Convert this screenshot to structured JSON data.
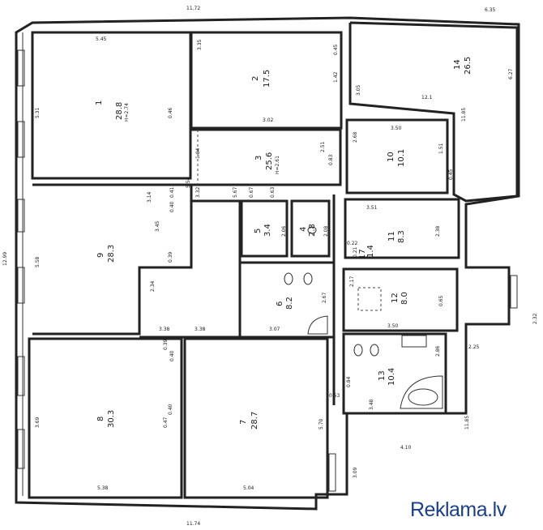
{
  "rooms": [
    {
      "num": "1",
      "area": "28.8",
      "height": "H=2.74"
    },
    {
      "num": "2",
      "area": "17.5"
    },
    {
      "num": "3",
      "area": "25.6",
      "height": "H=2.61"
    },
    {
      "num": "4",
      "area": "2.8"
    },
    {
      "num": "5",
      "area": "3.4"
    },
    {
      "num": "6",
      "area": "8.2"
    },
    {
      "num": "7",
      "area": "28.7"
    },
    {
      "num": "8",
      "area": "30.3"
    },
    {
      "num": "9",
      "area": "28.3"
    },
    {
      "num": "10",
      "area": "10.1"
    },
    {
      "num": "11",
      "area": "8.3"
    },
    {
      "num": "12",
      "area": "8.0"
    },
    {
      "num": "13",
      "area": "10.4"
    },
    {
      "num": "14",
      "area": "26.5"
    },
    {
      "num": "17",
      "area": "1.4"
    }
  ],
  "dimensions": [
    "11.72",
    "6.35",
    "5.45",
    "5.31",
    "0.46",
    "3.35",
    "0.45",
    "1.42",
    "3.05",
    "3.02",
    "12.1",
    "11.85",
    "6.27",
    "2.68",
    "3.50",
    "1.51",
    "0.45",
    "1.84",
    "2.51",
    "0.83",
    "5.54",
    "3.32",
    "3.14",
    "0.41",
    "0.40",
    "5.67",
    "0.67",
    "0.63",
    "3.45",
    "5.58",
    "0.39",
    "3.51",
    "2.06",
    "2.08",
    "2.38",
    "0.22",
    "0.21",
    "2.67",
    "2.17",
    "0.65",
    "2.34",
    "3.07",
    "3.38",
    "3.38",
    "0.39",
    "0.40",
    "3.50",
    "2.25",
    "2.32",
    "2.86",
    "0.84",
    "0.53",
    "3.48",
    "5.70",
    "3.69",
    "0.47",
    "0.40",
    "11.85",
    "4.10",
    "3.09",
    "5.38",
    "5.04",
    "11.74",
    "12.99"
  ],
  "watermark": {
    "main": "Reklama",
    "tld": ".lv"
  }
}
